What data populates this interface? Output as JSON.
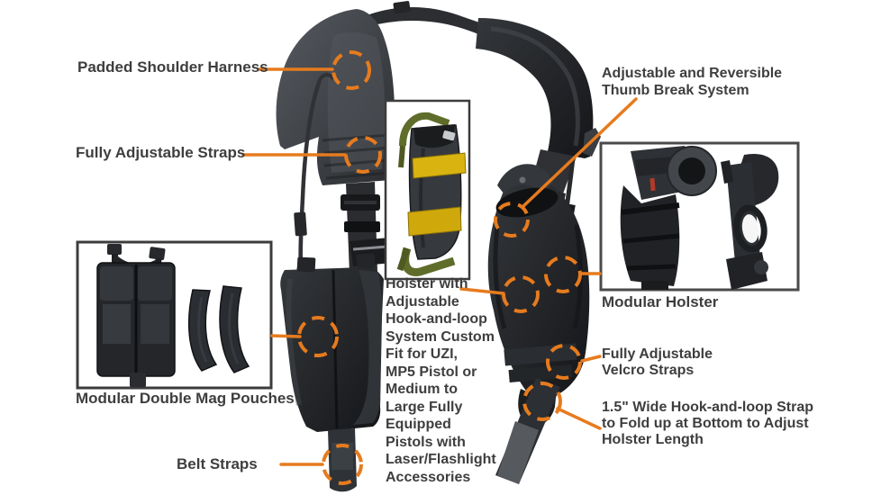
{
  "diagram": {
    "subject": "shoulder-holster-harness",
    "accent_color": "#e67b1e",
    "text_color": "#3e3e3e",
    "holster_strap_color_yellow": "#d4ae10",
    "webbing_color_green": "#5f6d2a"
  },
  "callouts": {
    "padded_shoulder_harness": {
      "label": "Padded Shoulder Harness"
    },
    "fully_adjustable_straps": {
      "label": "Fully Adjustable Straps"
    },
    "thumb_break": {
      "label": "Adjustable and Reversible\nThumb Break System"
    },
    "holster_custom_fit": {
      "label": "Holster with\nAdjustable\nHook-and-loop\nSystem Custom\nFit for UZI,\nMP5 Pistol or\nMedium to\nLarge Fully\nEquipped\nPistols with\nLaser/Flashlight\nAccessories"
    },
    "modular_holster": {
      "label": "Modular Holster"
    },
    "velcro_straps": {
      "label": "Fully Adjustable\nVelcro Straps"
    },
    "hook_loop_strap": {
      "label": "1.5\" Wide Hook-and-loop Strap\nto Fold up at Bottom to Adjust\nHolster Length"
    },
    "belt_straps": {
      "label": "Belt Straps"
    },
    "mag_pouches": {
      "label": "Modular Double Mag Pouches"
    }
  }
}
